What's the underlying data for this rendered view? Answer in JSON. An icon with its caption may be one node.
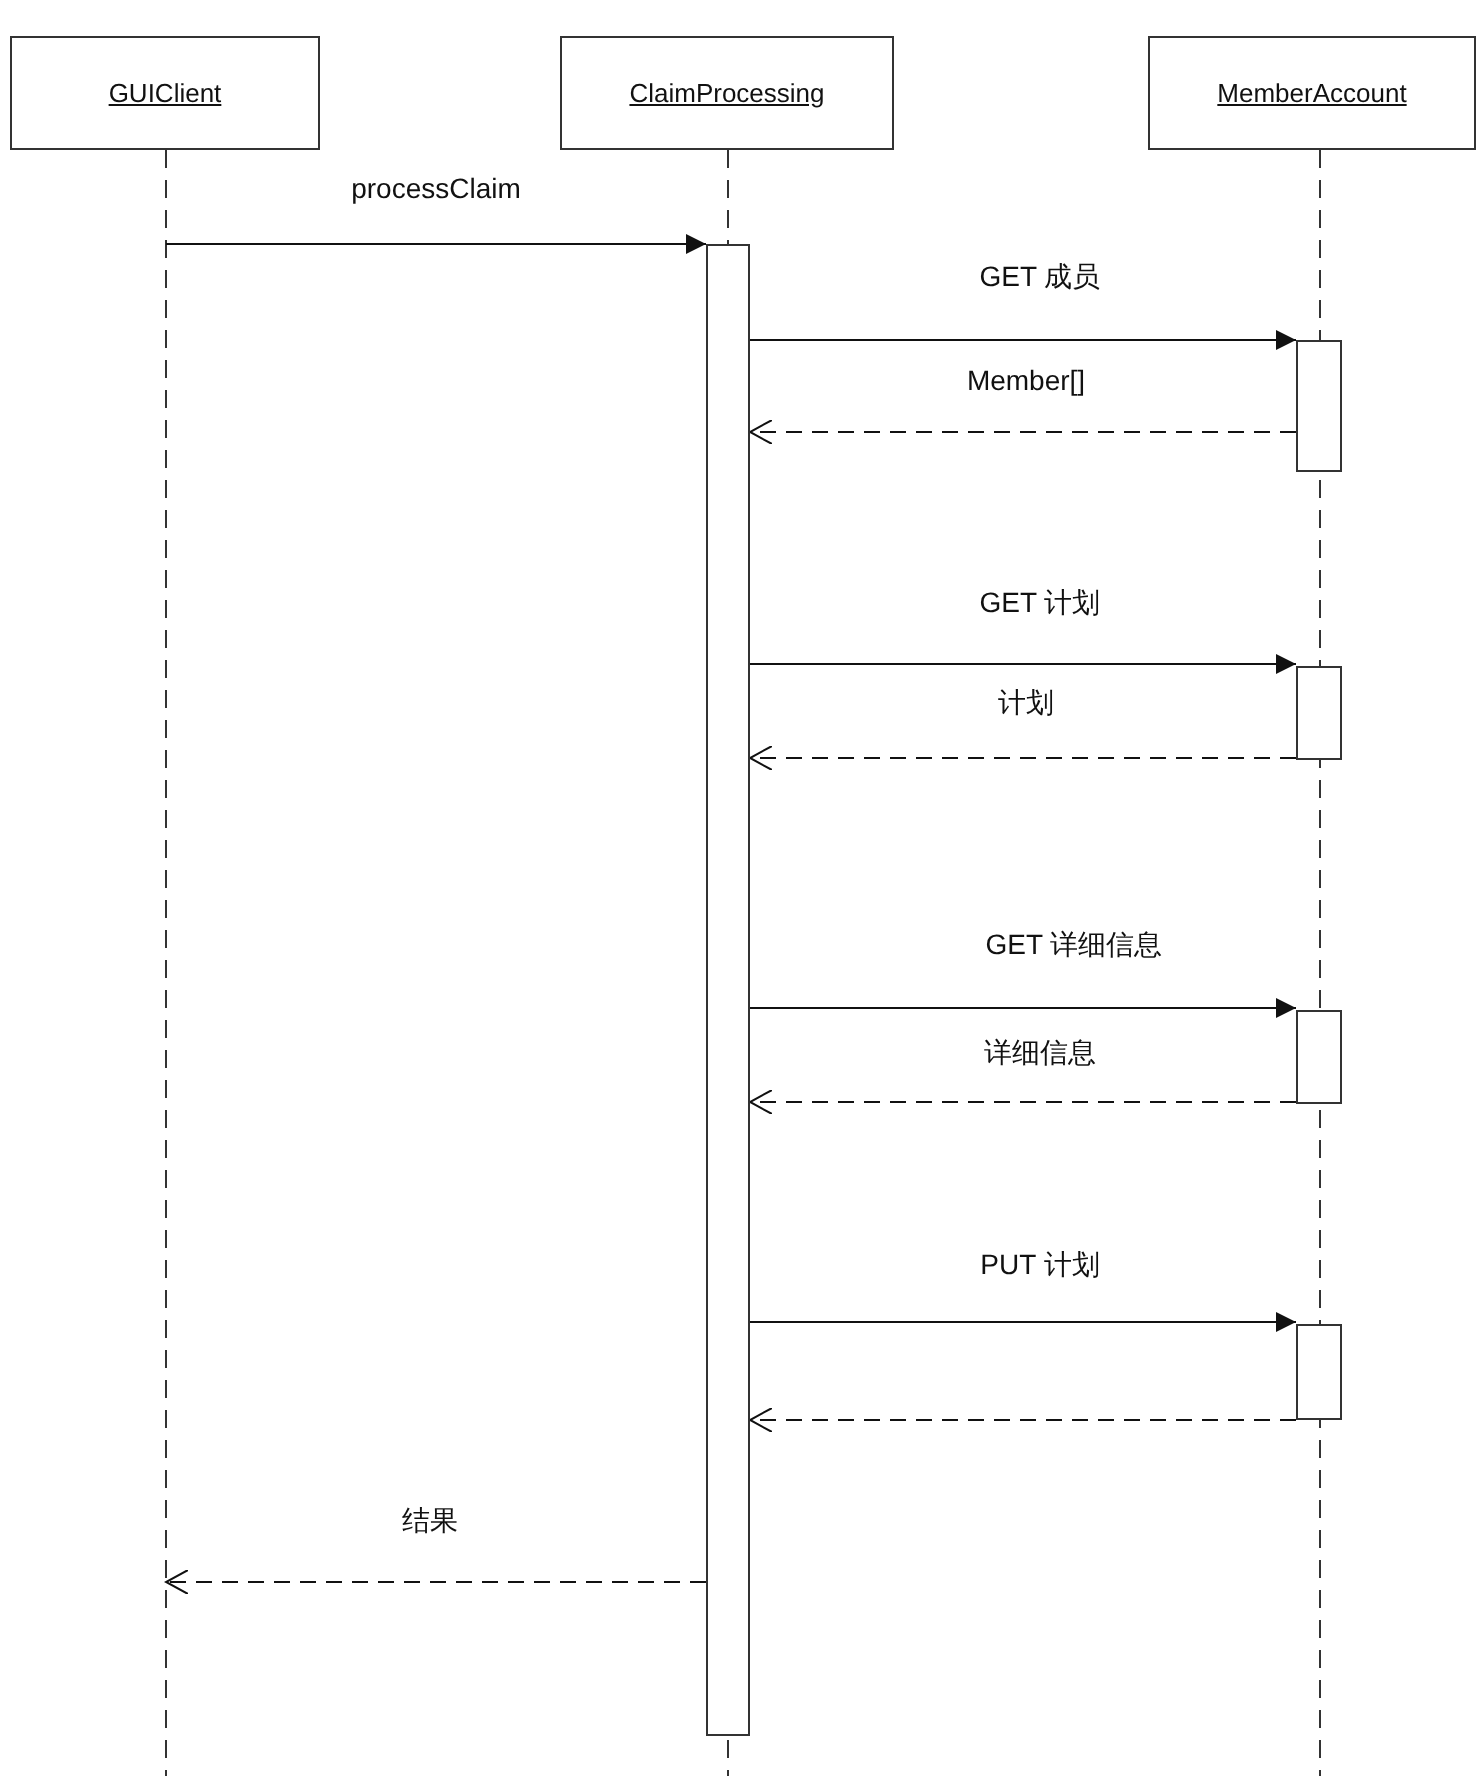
{
  "diagram": {
    "nodes": [
      {
        "text": [
          "GUIClient"
        ]
      },
      {
        "text": [
          "ClaimProcessing"
        ]
      },
      {
        "text": [
          "MemberAccount"
        ]
      },
      {
        "text": [],
        "shape": "bar"
      },
      {
        "text": [],
        "shape": "bar"
      },
      {
        "text": [],
        "shape": "bar"
      },
      {
        "text": [],
        "shape": "bar"
      },
      {
        "text": [],
        "shape": "bar"
      }
    ],
    "edges": [
      {
        "from": null,
        "to": 3,
        "arrow": "to",
        "label": "processClaim"
      },
      {
        "from": 3,
        "to": 4,
        "arrow": "to",
        "label": "GET 成员"
      },
      {
        "from": 4,
        "to": 3,
        "arrow": "to",
        "label": "Member[]",
        "style": "dashed"
      },
      {
        "from": 3,
        "to": 5,
        "arrow": "to",
        "label": "GET 计划"
      },
      {
        "from": 5,
        "to": 3,
        "arrow": "to",
        "label": "计划",
        "style": "dashed"
      },
      {
        "from": 3,
        "to": 6,
        "arrow": "to",
        "label": "GET 详细信息"
      },
      {
        "from": 6,
        "to": 3,
        "arrow": "to",
        "label": "详细信息",
        "style": "dashed"
      },
      {
        "from": 3,
        "to": 7,
        "arrow": "to",
        "label": "PUT 计划"
      },
      {
        "from": 7,
        "to": 3,
        "arrow": "to",
        "style": "dashed"
      },
      {
        "from": 3,
        "to": null,
        "arrow": "to",
        "label": "结果",
        "style": "dashed"
      }
    ]
  }
}
